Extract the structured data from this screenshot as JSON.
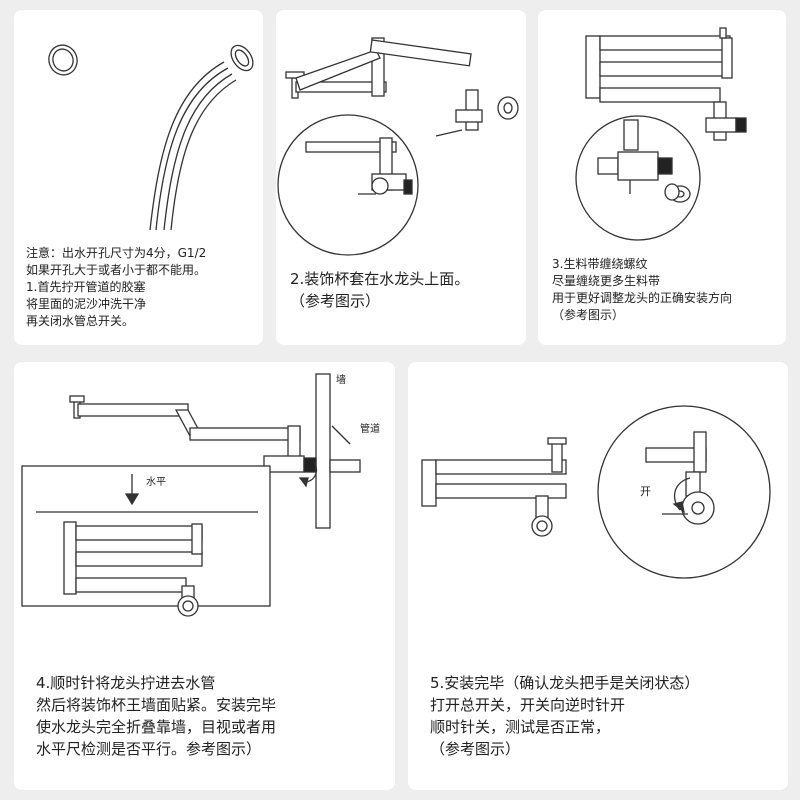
{
  "colors": {
    "background": "#eeeeee",
    "card": "#ffffff",
    "stroke": "#333333",
    "dark_nut": "#222222"
  },
  "step1": {
    "lines": [
      "注意：出水开孔尺寸为4分，G1/2",
      "如果开孔大于或者小于都不能用。",
      "1.首先拧开管道的胶塞",
      "将里面的泥沙冲洗干净",
      "再关闭水管总开关。"
    ]
  },
  "step2": {
    "lines": [
      "2.装饰杯套在水龙头上面。",
      "（参考图示）"
    ]
  },
  "step3": {
    "lines": [
      "3.生料带缠绕螺纹",
      "尽量缠绕更多生料带",
      "用于更好调整龙头的正确安装方向",
      "（参考图示）"
    ]
  },
  "step4": {
    "labels": {
      "wall": "墙",
      "pipe": "管道",
      "level": "水平"
    },
    "lines": [
      "4.顺时针将龙头拧进去水管",
      "然后将装饰杯王墙面贴紧。安装完毕",
      "使水龙头完全折叠靠墙，目视或者用",
      "水平尺检测是否平行。参考图示）"
    ]
  },
  "step5": {
    "labels": {
      "open": "开"
    },
    "lines": [
      "5.安装完毕（确认龙头把手是关闭状态）",
      "打开总开关，开关向逆时针开",
      "顺时针关，测试是否正常，",
      "（参考图示）"
    ]
  }
}
